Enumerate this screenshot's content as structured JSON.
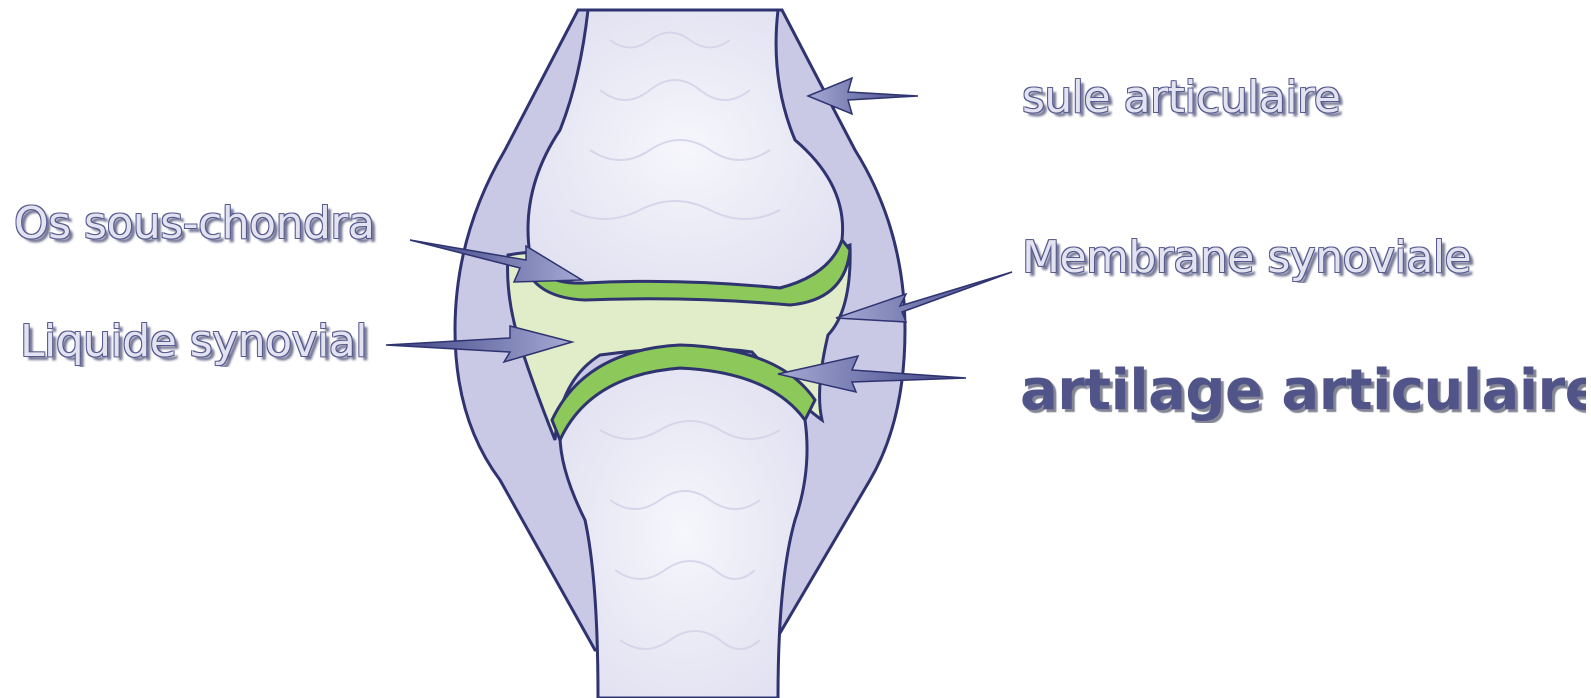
{
  "labels": {
    "capsule": "sule articulaire",
    "os_sous_chondral": "Os sous-chondra",
    "membrane": "Membrane synoviale",
    "liquide": "Liquide synovial",
    "cartilage": "artilage articulaire"
  },
  "colors": {
    "outline": "#2f3370",
    "capsule_fill": "#c9c9e6",
    "bone_fill": "#ececf8",
    "cartilage_green": "#8cc85a",
    "synovial_fluid": "#e0edc8",
    "arrow_fill": "#5c61a0",
    "label_light": "#e2e2f0",
    "label_dark": "#505488"
  }
}
